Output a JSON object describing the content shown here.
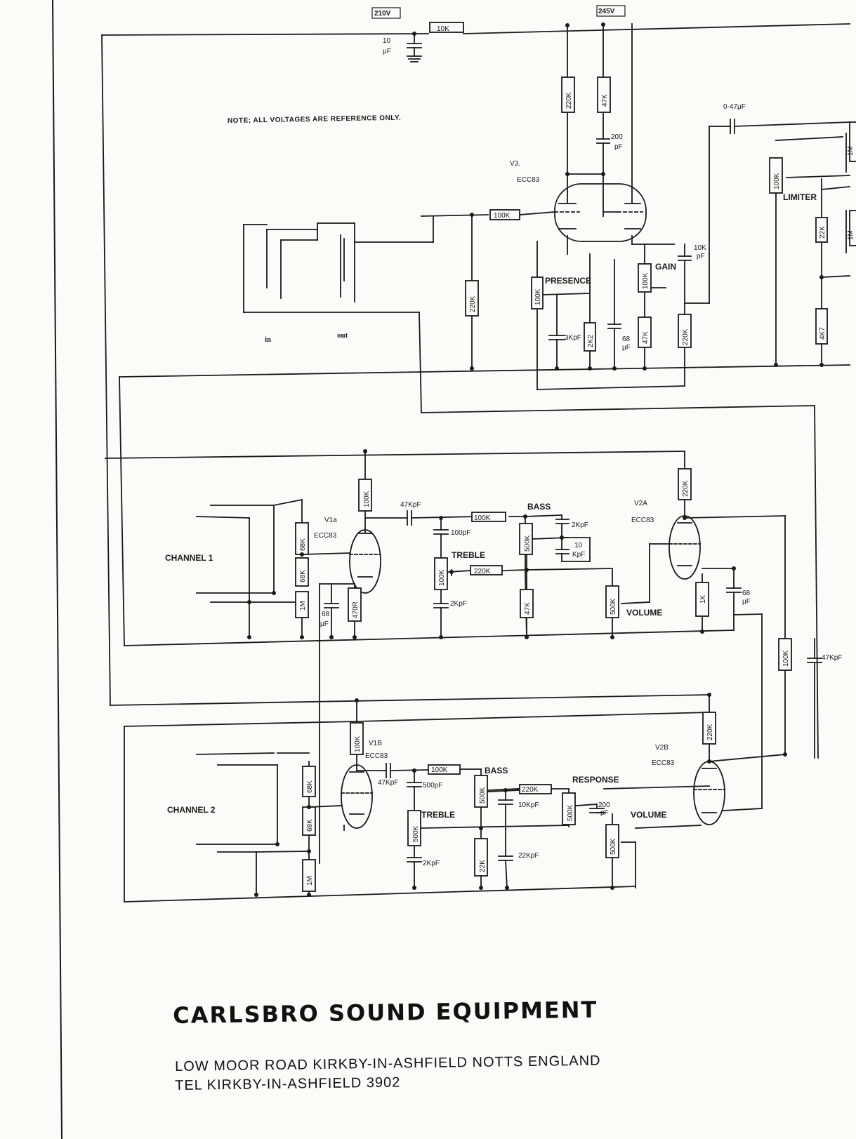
{
  "note": "NOTE; ALL VOLTAGES ARE REFERENCE ONLY.",
  "voltages": {
    "v210": "210V",
    "v245": "245V"
  },
  "io": {
    "in": "in",
    "out": "out"
  },
  "sections": {
    "channel1": "CHANNEL 1",
    "channel2": "CHANNEL 2",
    "presence": "PRESENCE",
    "gain": "GAIN",
    "limiter": "LIMITER",
    "bass1": "BASS",
    "treble1": "TREBLE",
    "volume1": "VOLUME",
    "bass2": "BASS",
    "treble2": "TREBLE",
    "response": "RESPONSE",
    "volume2": "VOLUME"
  },
  "valves": {
    "v3": "V3.",
    "v3_type": "ECC83",
    "v1a": "V1a",
    "v1a_type": "ECC83",
    "v1b": "V1B",
    "v1b_type": "ECC83",
    "v2a": "V2A",
    "v2a_type": "ECC83",
    "v2b": "V2B",
    "v2b_type": "ECC83"
  },
  "components": {
    "r_10k_top": "10K",
    "c_10uf": "10",
    "c_10uf_unit": "μF",
    "r_220k_v3": "220K",
    "r_47k_v3": "47K",
    "c_200pf": "200",
    "c_200pf_unit": "pF",
    "c_047uf": "0·47μF",
    "r_100k_v3grid": "100K",
    "r_220k_grid": "220K",
    "r_100k_presence": "100K",
    "c_3kpf": "3KpF",
    "r_2k2": "2K2",
    "c_68uf_v3": "68",
    "c_68uf_v3_unit": "μF",
    "r_100k_gain": "100K",
    "r_47k_gain": "47K",
    "r_220k_gain": "220K",
    "c_10kpf_gain": "10K",
    "c_10kpf_gain_unit": "pF",
    "r_100k_limiter": "100K",
    "r_1m_limiter_a": "1M",
    "r_22k_limiter": "22K",
    "r_1m_limiter_b": "1M",
    "r_4k7": "4K7",
    "r_100k_v1a": "100K",
    "c_47kpf_a": "47KpF",
    "r_100k_tone1": "100K",
    "c_2kpf_bass1": "2KpF",
    "c_100pf": "100pF",
    "r_500k_bass1": "500K",
    "c_10kpf_bass1": "10",
    "c_10kpf_bass1_unit": "KpF",
    "r_100k_treble1": "100K",
    "r_220k_treble1": "220K",
    "c_2kpf_treble1": "2KpF",
    "r_47k_tone1": "47K",
    "r_500k_vol1": "500K",
    "r_68k_a": "68K",
    "r_68k_b": "68K",
    "r_1m_ch1": "1M",
    "c_68uf_ch1": "68",
    "c_68uf_ch1_unit": "μF",
    "r_470r": "470R",
    "r_220k_v2a": "220K",
    "r_1k": "1K",
    "c_68uf_v2a": "68",
    "c_68uf_v2a_unit": "μF",
    "r_100k_fb": "100K",
    "c_47kpf_right": "47KpF",
    "r_100k_v1b": "100K",
    "c_47kpf_b": "47KpF",
    "r_100k_tone2": "100K",
    "c_500pf": "500pF",
    "r_500k_bass2": "500K",
    "r_220k_tone2": "220K",
    "c_10kpf_tone2": "10KpF",
    "r_500k_treble2": "500K",
    "c_2kpf_treble2": "2KpF",
    "r_22k_tone2": "22K",
    "c_22kpf": "22KpF",
    "r_500k_response": "500K",
    "c_200pf_response": "200",
    "c_200pf_response_unit": "pF",
    "r_500k_vol2": "500K",
    "r_68k_c": "68K",
    "r_68k_d": "68K",
    "r_1m_ch2": "1M",
    "r_220k_v2b": "220K"
  },
  "footer": {
    "company": "CARLSBRO SOUND EQUIPMENT",
    "address": "LOW MOOR ROAD  KIRKBY-IN-ASHFIELD  NOTTS  ENGLAND",
    "tel": "TEL  KIRKBY-IN-ASHFIELD 3902"
  }
}
